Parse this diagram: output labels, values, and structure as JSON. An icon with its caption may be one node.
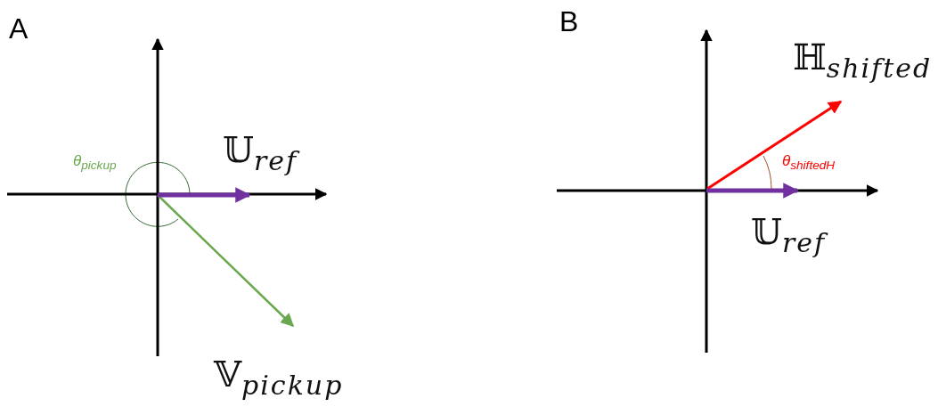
{
  "diagram": {
    "labels": [
      "A",
      "θ$_{pickup}$",
      "𝕌$_{ref}$",
      "𝕍$_{pickup}$",
      "B",
      "ℍ$_{shifted}$",
      "θ$_{shiftedH}$",
      "𝕌$_{ref}$"
    ]
  }
}
